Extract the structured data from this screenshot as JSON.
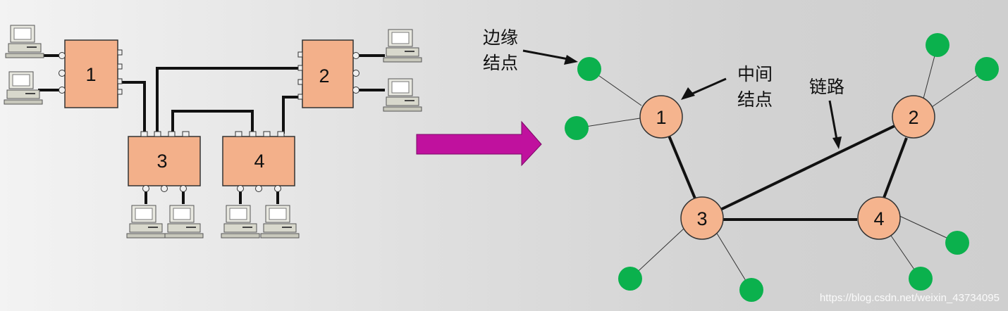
{
  "left": {
    "switches": [
      {
        "id": "sw1",
        "label": "1"
      },
      {
        "id": "sw2",
        "label": "2"
      },
      {
        "id": "sw3",
        "label": "3"
      },
      {
        "id": "sw4",
        "label": "4"
      }
    ]
  },
  "right": {
    "nodes": [
      {
        "id": "n1",
        "label": "1"
      },
      {
        "id": "n2",
        "label": "2"
      },
      {
        "id": "n3",
        "label": "3"
      },
      {
        "id": "n4",
        "label": "4"
      }
    ],
    "labels": {
      "edge_line1": "边缘",
      "edge_line2": "结点",
      "mid_line1": "中间",
      "mid_line2": "结点",
      "link": "链路"
    }
  },
  "colors": {
    "switch_fill": "#f3b08a",
    "node_fill": "#f5b48e",
    "edge_node": "#0bb14d",
    "arrow": "#c0119e",
    "line": "#111111"
  },
  "watermark": "https://blog.csdn.net/weixin_43734095"
}
